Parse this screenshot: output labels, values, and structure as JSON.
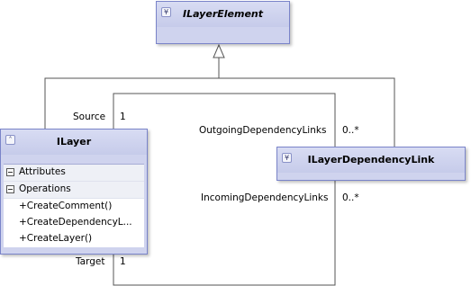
{
  "classes": {
    "ilayer_element": {
      "name": "ILayerElement",
      "toggle": "¥"
    },
    "ilayer": {
      "name": "ILayer",
      "toggle": "˄",
      "attributes_label": "Attributes",
      "operations_label": "Operations",
      "operations": [
        "+CreateComment()",
        "+CreateDependencyL...",
        "+CreateLayer()"
      ]
    },
    "ilayer_dependency_link": {
      "name": "ILayerDependencyLink",
      "toggle": "¥"
    }
  },
  "connectors": {
    "source_role": "Source",
    "source_multiplicity": "1",
    "target_role": "Target",
    "target_multiplicity": "1",
    "outgoing_role": "OutgoingDependencyLinks",
    "outgoing_multiplicity": "0..*",
    "incoming_role": "IncomingDependencyLinks",
    "incoming_multiplicity": "0..*"
  },
  "colors": {
    "class_fill": "#cfd3ee",
    "class_border": "#7a84c9",
    "line": "#555555"
  }
}
